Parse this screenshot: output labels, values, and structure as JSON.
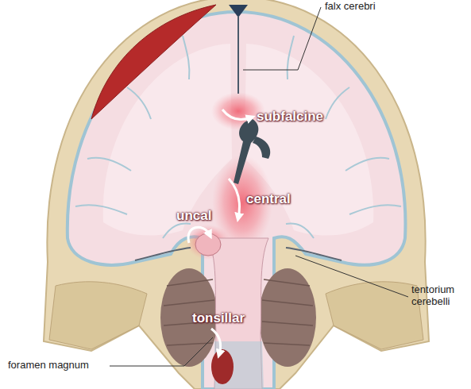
{
  "diagram": {
    "labels": [
      "falx cerebri",
      "subfalcine",
      "central",
      "uncal",
      "tonsillar",
      "tentorium cerebelli",
      "foramen magnum"
    ]
  }
}
